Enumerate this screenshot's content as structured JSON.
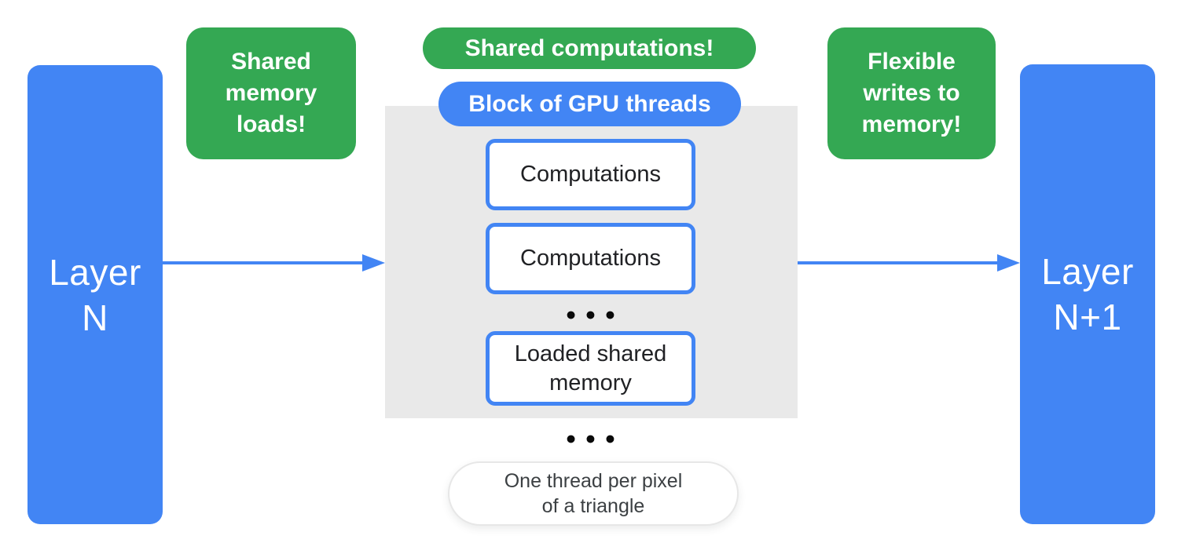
{
  "colors": {
    "blue": "#4285F4",
    "green": "#34A853",
    "panel_gray": "#E9E9E9",
    "dark_text": "#202124",
    "pill_text": "#3C4043",
    "pill_border": "#E7E7E7"
  },
  "layers": {
    "left_label": "Layer\nN",
    "right_label": "Layer\nN+1"
  },
  "callouts": {
    "left": "Shared\nmemory\nloads!",
    "top": "Shared computations!",
    "right": "Flexible\nwrites to\nmemory!"
  },
  "gpu_block": {
    "title": "Block of GPU threads",
    "computation_boxes": [
      "Computations",
      "Computations"
    ],
    "loaded_memory": "Loaded shared\nmemory",
    "ellipsis_inside": "●●●",
    "ellipsis_below": "●●●"
  },
  "footnote": "One thread per pixel\nof a triangle"
}
